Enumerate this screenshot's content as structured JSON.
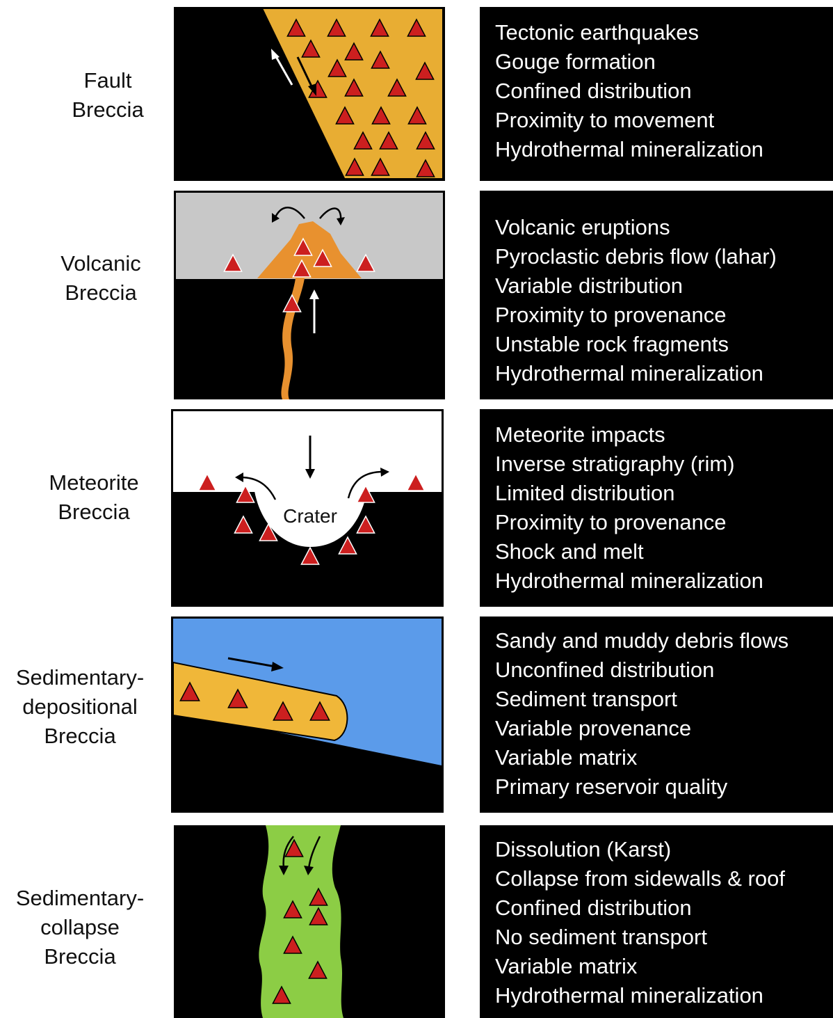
{
  "colors": {
    "fault_matrix": "#e8ad33",
    "volcanic_sky": "#c8c8c8",
    "volcanic_cone": "#e8912f",
    "depositional_water": "#5b9bea",
    "depositional_flow": "#f0b739",
    "collapse_fill": "#8ccd45",
    "clast": "#cc1f1f",
    "ground": "#000000"
  },
  "rows": [
    {
      "id": "fault",
      "label_lines": [
        "Fault",
        "Breccia"
      ],
      "features": [
        "Tectonic earthquakes",
        "Gouge formation",
        "Confined distribution",
        "Proximity to movement",
        "Hydrothermal mineralization"
      ]
    },
    {
      "id": "volcanic",
      "label_lines": [
        "Volcanic",
        "Breccia"
      ],
      "features": [
        "Volcanic eruptions",
        "Pyroclastic debris flow (lahar)",
        "Variable distribution",
        "Proximity to provenance",
        "Unstable rock fragments",
        "Hydrothermal mineralization"
      ]
    },
    {
      "id": "meteorite",
      "label_lines": [
        "Meteorite",
        "Breccia"
      ],
      "crater_label": "Crater",
      "features": [
        "Meteorite impacts",
        "Inverse stratigraphy (rim)",
        "Limited distribution",
        "Proximity to provenance",
        "Shock and melt",
        "Hydrothermal mineralization"
      ]
    },
    {
      "id": "depositional",
      "label_lines": [
        "Sedimentary-",
        "depositional",
        "Breccia"
      ],
      "features": [
        "Sandy and muddy debris flows",
        "Unconfined distribution",
        "Sediment transport",
        "Variable provenance",
        "Variable matrix",
        "Primary reservoir quality"
      ]
    },
    {
      "id": "collapse",
      "label_lines": [
        "Sedimentary-",
        "collapse",
        "Breccia"
      ],
      "features": [
        "Dissolution (Karst)",
        "Collapse from sidewalls & roof",
        "Confined distribution",
        "No sediment transport",
        "Variable matrix",
        "Hydrothermal mineralization"
      ]
    }
  ]
}
